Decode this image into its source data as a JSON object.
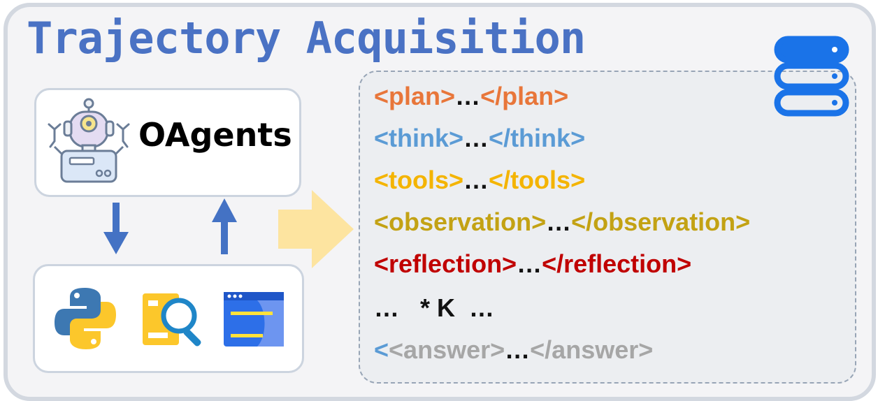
{
  "title": "Trajectory Acquisition",
  "agent": {
    "name": "OAgents"
  },
  "trace": {
    "lines": [
      {
        "open": "<plan>",
        "dots": "…",
        "close": "</plan>",
        "color": "#e8763a"
      },
      {
        "open": "<think>",
        "dots": "…",
        "close": "</think>",
        "color": "#5b9bd5"
      },
      {
        "open": "<tools>",
        "dots": "…",
        "close": "</tools>",
        "color": "#f4b400"
      },
      {
        "open": "<observation>",
        "dots": "…",
        "close": "</observation>",
        "color": "#c3a214"
      },
      {
        "open": "<reflection>",
        "dots": "…",
        "close": "</reflection>",
        "color": "#c00000"
      }
    ],
    "repeat": "…   * K  …",
    "answer": {
      "prefix": "<",
      "open": "<answer>",
      "dots": "…",
      "close": "</answer>",
      "prefix_color": "#5b9bd5",
      "color": "#a6a6a6"
    }
  },
  "colors": {
    "title": "#4a72c4",
    "flow_arrow": "#4472c4",
    "big_arrow": "#fde4a0",
    "database": "#1a73e8"
  },
  "icons": [
    "robot-icon",
    "python-icon",
    "search-icon",
    "browser-icon",
    "database-icon"
  ]
}
